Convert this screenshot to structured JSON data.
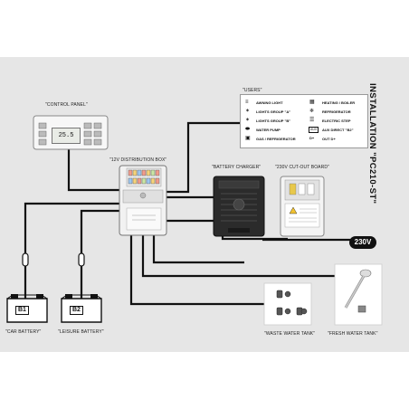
{
  "title": "INSTALLATION \"PC210-ST\"",
  "labels": {
    "control_panel": "\"CONTROL PANEL\"",
    "users": "\"USERS\"",
    "distribution_box": "\"12V DISTRIBUTION BOX\"",
    "battery_charger": "\"BATTERY CHARGER\"",
    "cutout_board": "\"230V CUT-OUT BOARD\"",
    "car_battery": "\"CAR BATTERY\"",
    "leisure_battery": "\"LEISURE BATTERY\"",
    "waste_water_tank": "\"WASTE WATER TANK\"",
    "fresh_water_tank": "\"FRESH WATER TANK\""
  },
  "control_panel_display": "25.5",
  "voltage_badge": "230V",
  "batteries": [
    {
      "tag": "B1"
    },
    {
      "tag": "B2"
    }
  ],
  "users_left": [
    {
      "icon": "awning-light-icon",
      "glyph": "≡",
      "label": "AWNING LIGHT"
    },
    {
      "icon": "lights-group-a-icon",
      "glyph": "✶",
      "label": "LIGHTS GROUP \"A\""
    },
    {
      "icon": "lights-group-b-icon",
      "glyph": "✶",
      "label": "LIGHTS GROUP \"B\""
    },
    {
      "icon": "water-pump-icon",
      "glyph": "⬬",
      "label": "WATER PUMP"
    },
    {
      "icon": "gas-refrigerator-icon",
      "glyph": "▣",
      "label": "GAS / REFRIGERATOR"
    }
  ],
  "users_right": [
    {
      "icon": "heating-boiler-icon",
      "glyph": "▦",
      "label": "HEATING / BOILER"
    },
    {
      "icon": "refrigerator-icon",
      "glyph": "❄",
      "label": "REFRIGERATOR"
    },
    {
      "icon": "electric-step-icon",
      "glyph": "☰",
      "label": "ELECTRIC STEP"
    },
    {
      "icon": "aux-direct-icon",
      "glyph": "AUX",
      "label": "AUX DIRECT \"B2\""
    },
    {
      "icon": "out-d-plus-icon",
      "glyph": "D+",
      "label": "OUT D+"
    }
  ]
}
